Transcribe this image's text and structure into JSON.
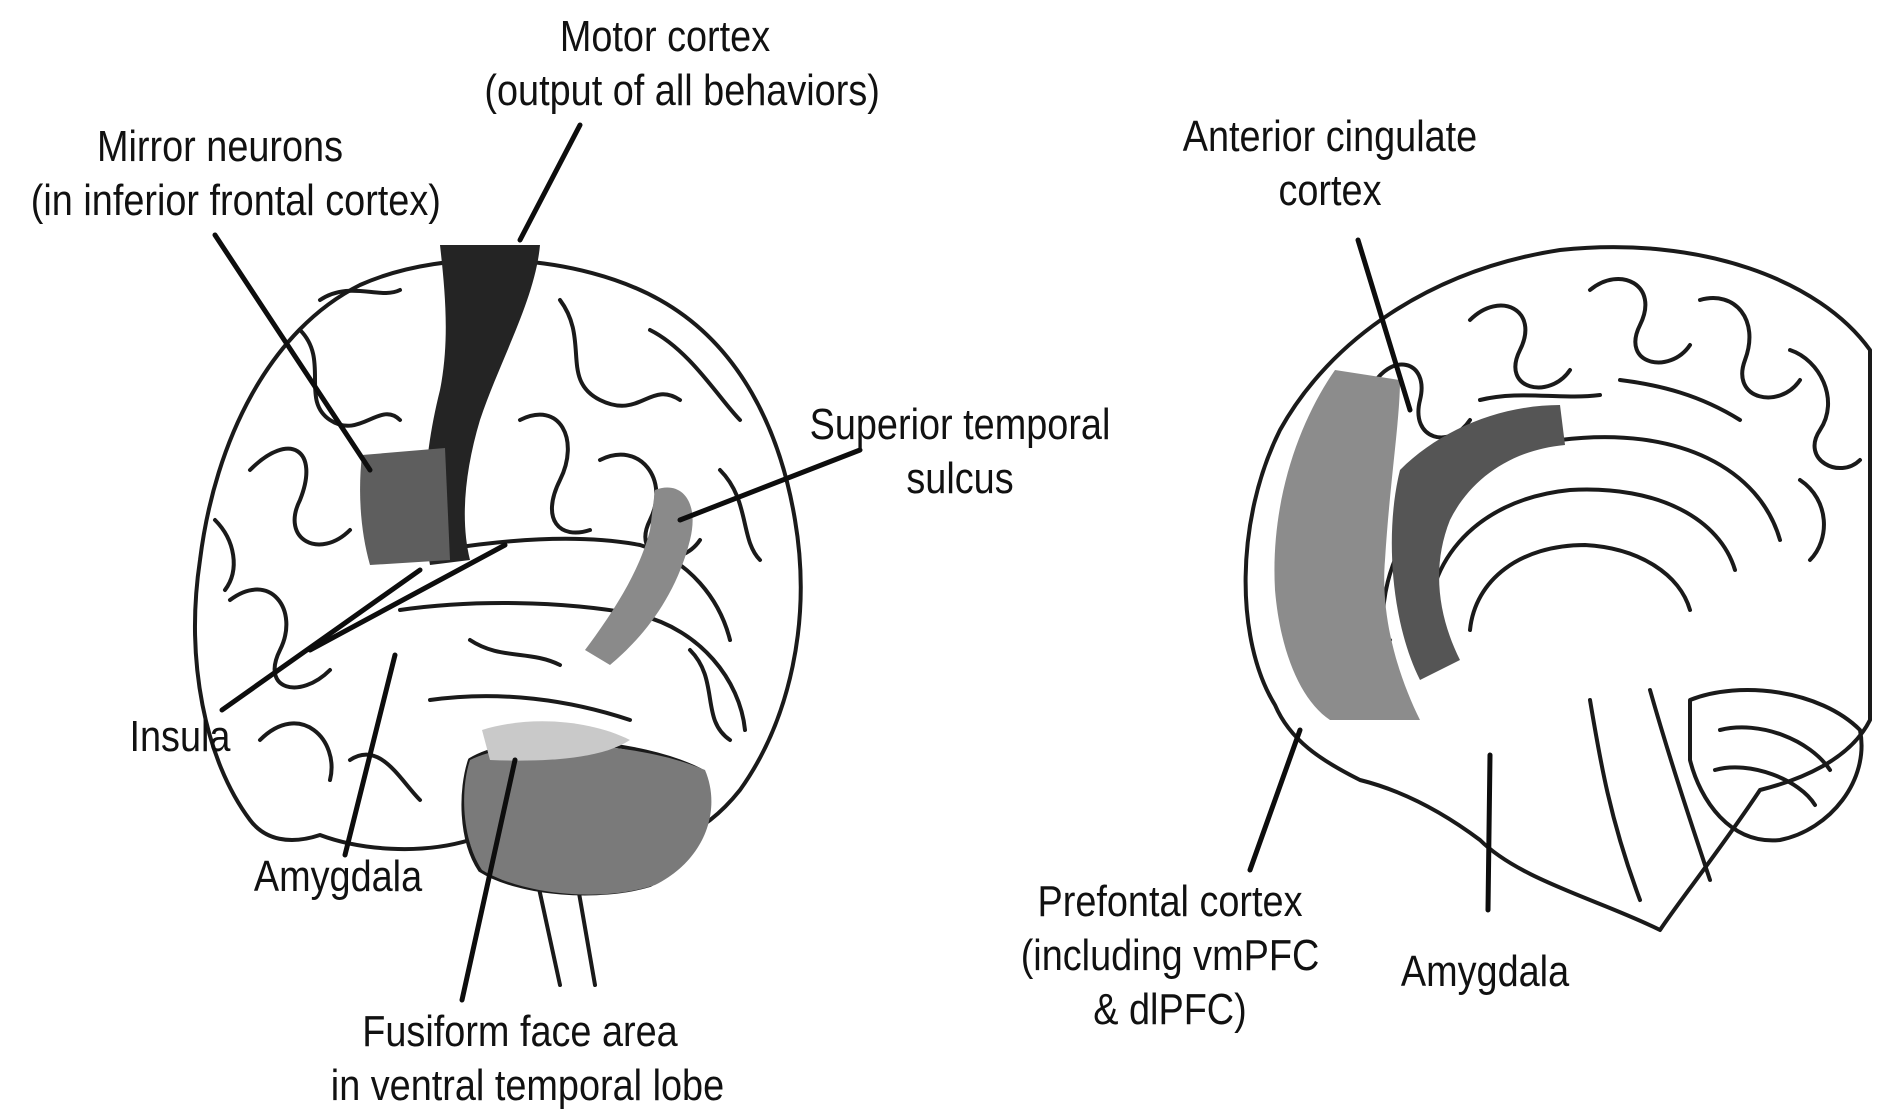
{
  "diagram": {
    "lateral_view": {
      "labels": {
        "motor_cortex": [
          "Motor cortex",
          "(output of all behaviors)"
        ],
        "mirror_neurons": [
          "Mirror neurons",
          "(in inferior frontal cortex)"
        ],
        "superior_temporal_sulcus": [
          "Superior temporal",
          "sulcus"
        ],
        "insula": [
          "Insula"
        ],
        "amygdala": [
          "Amygdala"
        ],
        "fusiform_face_area": [
          "Fusiform face area",
          "in ventral temporal lobe"
        ]
      }
    },
    "medial_view": {
      "labels": {
        "anterior_cingulate_cortex": [
          "Anterior cingulate",
          "cortex"
        ],
        "prefrontal_cortex": [
          "Prefontal cortex",
          "(including vmPFC",
          "& dlPFC)"
        ],
        "amygdala": [
          "Amygdala"
        ]
      }
    }
  },
  "colors": {
    "outline": "#1a1a1a",
    "motor_cortex_fill": "#242424",
    "mirror_neurons_fill": "#5e5e5e",
    "sts_fill": "#8a8a8a",
    "temporal_fill": "#7a7a7a",
    "fusiform_fill": "#c9c9c9",
    "prefrontal_fill": "#8c8c8c",
    "cingulate_fill": "#555555"
  }
}
